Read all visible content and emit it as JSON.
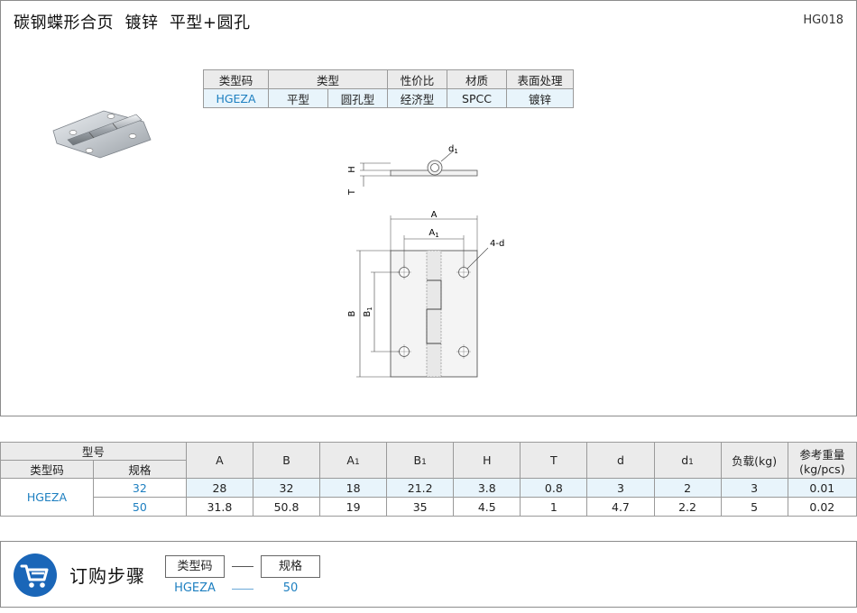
{
  "header": {
    "title": "碳钢蝶形合页  镀锌  平型+圆孔",
    "code": "HG018"
  },
  "type_table": {
    "headers": [
      "类型码",
      "类型",
      "性价比",
      "材质",
      "表面处理"
    ],
    "row": [
      "HGEZA",
      "平型",
      "圆孔型",
      "经济型",
      "SPCC",
      "镀锌"
    ]
  },
  "drawing_labels": {
    "d1": "d",
    "d1_sub": "1",
    "H": "H",
    "T": "T",
    "A": "A",
    "A1": "A",
    "A1_sub": "1",
    "holes": "4-d",
    "B": "B",
    "B1": "B",
    "B1_sub": "1"
  },
  "spec_table": {
    "group_header": "型号",
    "sub_headers": [
      "类型码",
      "规格"
    ],
    "columns": [
      "A",
      "B",
      "A",
      "B",
      "H",
      "T",
      "d",
      "d",
      "负载(kg)",
      "参考重量"
    ],
    "column_subs": [
      "",
      "",
      "1",
      "1",
      "",
      "",
      "",
      "1",
      "",
      ""
    ],
    "weight_unit": "(kg/pcs)",
    "type_code": "HGEZA",
    "rows": [
      [
        "32",
        "28",
        "32",
        "18",
        "21.2",
        "3.8",
        "0.8",
        "3",
        "2",
        "3",
        "0.01"
      ],
      [
        "50",
        "31.8",
        "50.8",
        "19",
        "35",
        "4.5",
        "1",
        "4.7",
        "2.2",
        "5",
        "0.02"
      ]
    ]
  },
  "order": {
    "title": "订购步骤",
    "box1": "类型码",
    "box2": "规格",
    "val1": "HGEZA",
    "val2": "50"
  },
  "colors": {
    "accent_blue": "#1d7fc0",
    "header_gray": "#ebebeb",
    "cell_blue": "#e8f4fb",
    "cart_blue": "#1a66b8"
  }
}
